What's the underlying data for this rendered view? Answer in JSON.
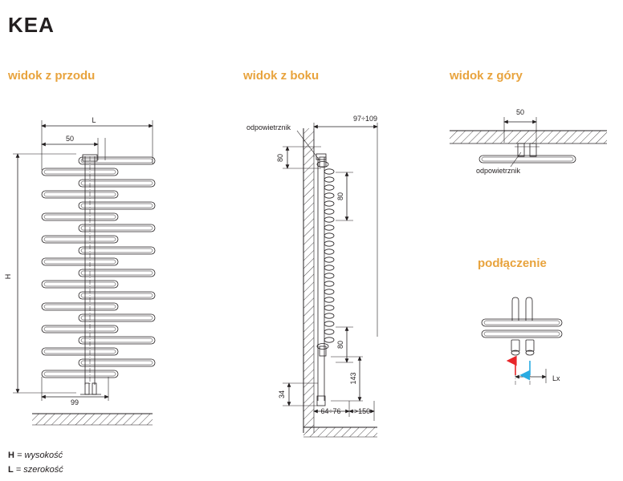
{
  "title": "KEA",
  "sections": {
    "front": "widok z przodu",
    "side": "widok z boku",
    "top": "widok z góry",
    "connection": "podłączenie"
  },
  "legend": {
    "h_key": "H",
    "h_text": "= wysokość",
    "l_key": "L",
    "l_text": "= szerokość"
  },
  "front_view": {
    "dim_L": "L",
    "dim_50": "50",
    "dim_H": "H",
    "dim_99": "99"
  },
  "side_view": {
    "label_vent": "odpowietrznik",
    "dim_97_109": "97÷109",
    "dim_80_top": "80",
    "dim_80_upper": "80",
    "dim_80_lower": "80",
    "dim_143": "143",
    "dim_34": "34",
    "dim_64_76": "64÷76",
    "dim_min150": ">150"
  },
  "top_view": {
    "dim_50": "50",
    "label_vent": "odpowietrznik"
  },
  "connection_view": {
    "dim_lx": "Lx"
  },
  "colors": {
    "accent": "#E8A33D",
    "line": "#231f20",
    "arrow_red": "#e8262a",
    "arrow_blue": "#29abe2"
  }
}
